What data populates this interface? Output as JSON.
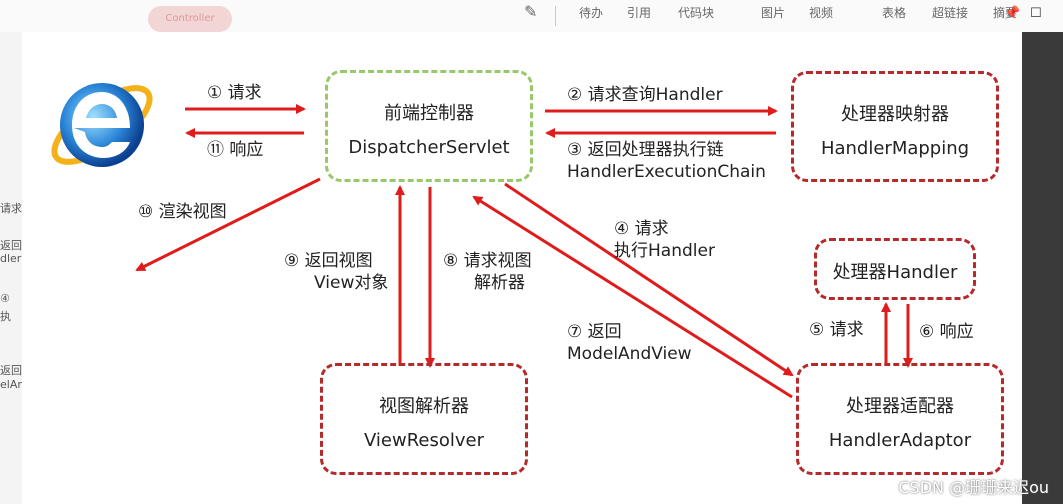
{
  "toolbar": {
    "items": [
      "待办",
      "引用",
      "代码块",
      "图片",
      "视频",
      "表格",
      "超链接",
      "摘要"
    ],
    "ghost_label": "Controller",
    "pin_icon": "pin-icon",
    "window_icon": "window-icon"
  },
  "left_strip": [
    "请求",
    "返回",
    "dler",
    "④",
    "执",
    "返回",
    "elAn"
  ],
  "diagram": {
    "dispatcher": {
      "line1": "前端控制器",
      "line2": "DispatcherServlet"
    },
    "handler_mapping": {
      "line1": "处理器映射器",
      "line2": "HandlerMapping"
    },
    "handler": {
      "line1": "处理器Handler"
    },
    "handler_adaptor": {
      "line1": "处理器适配器",
      "line2": "HandlerAdaptor"
    },
    "view_resolver": {
      "line1": "视图解析器",
      "line2": "ViewResolver"
    },
    "labels": {
      "request": "①  请求",
      "response": "⑪  响应",
      "query_handler": "②  请求查询Handler",
      "return_chain_1": "③  返回处理器执行链",
      "return_chain_2": "HandlerExecutionChain",
      "render": "⑩  渲染视图",
      "exec_1": "④  请求",
      "exec_2": "执行Handler",
      "return_view_1": "⑨  返回视图",
      "return_view_2": "View对象",
      "resolve_view_1": "⑧  请求视图",
      "resolve_view_2": "解析器",
      "return_mav_1": "⑦  返回",
      "return_mav_2": "ModelAndView",
      "handler_request": "⑤  请求",
      "handler_response": "⑥  响应"
    },
    "colors": {
      "arrow": "#e01b1b",
      "box_border": "#b52b2b",
      "dispatcher_border": "#97c96a"
    }
  },
  "watermark": "CSDN @珊珊来迟ou"
}
